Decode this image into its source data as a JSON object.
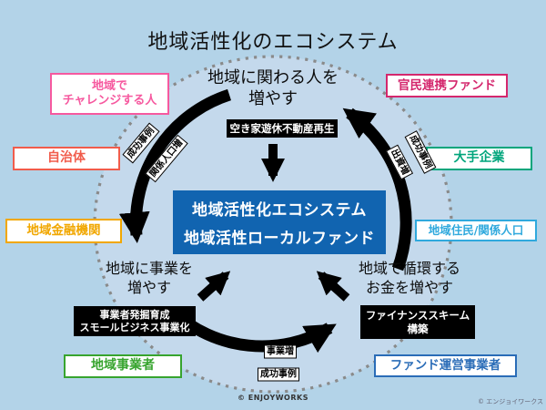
{
  "title": "地域活性化のエコシステム",
  "center": {
    "line1": "地域活性化エコシステム",
    "line2": "地域活性ローカルファンド",
    "bg_color": "#1164b0"
  },
  "nodes": {
    "top": {
      "line1": "地域に関わる人を",
      "line2": "増やす"
    },
    "bottom_left": {
      "line1": "地域に事業を",
      "line2": "増やす"
    },
    "bottom_right": {
      "line1": "地域で循環する",
      "line2": "お金を増やす"
    }
  },
  "actions": {
    "top": {
      "line1": "空き家遊休不動産再生"
    },
    "bottom_left": {
      "line1": "事業者発掘育成",
      "line2": "スモールビジネス事業化"
    },
    "bottom_right": {
      "line1": "ファイナンススキーム",
      "line2": "構築"
    }
  },
  "stakeholders": [
    {
      "id": "regional-challenger",
      "line1": "地域で",
      "line2": "チャレンジする人",
      "color": "#f6599f"
    },
    {
      "id": "public-private-fund",
      "line1": "官民連携ファンド",
      "color": "#d4276d"
    },
    {
      "id": "municipality",
      "line1": "自治体",
      "color": "#f15c4b"
    },
    {
      "id": "major-company",
      "line1": "大手企業",
      "color": "#00a57c"
    },
    {
      "id": "regional-financial-institution",
      "line1": "地域金融機関",
      "color": "#f1a700"
    },
    {
      "id": "residents-related-population",
      "line1": "地域住民/関係人口",
      "color": "#30a9dd"
    },
    {
      "id": "local-business-operator",
      "line1": "地域事業者",
      "color": "#37a42e"
    },
    {
      "id": "fund-management-operator",
      "line1": "ファンド運営事業者",
      "color": "#2a6cb7"
    }
  ],
  "flow_tags": {
    "left_outer": "成功事例",
    "left_inner": "関係人口増",
    "right_outer": "成功事例",
    "right_inner": "出資増",
    "bottom_on_arrow": "事業増",
    "bottom_below": "成功事例"
  },
  "credits": {
    "center": "© ENJOYWORKS",
    "corner": "© エンジョイワークス"
  },
  "palette": {
    "background": "#b3d3e8",
    "inner_circle_fill": "#c4d9ec",
    "dotted_circle": "#8a8a8a",
    "arrow": "#000000"
  }
}
